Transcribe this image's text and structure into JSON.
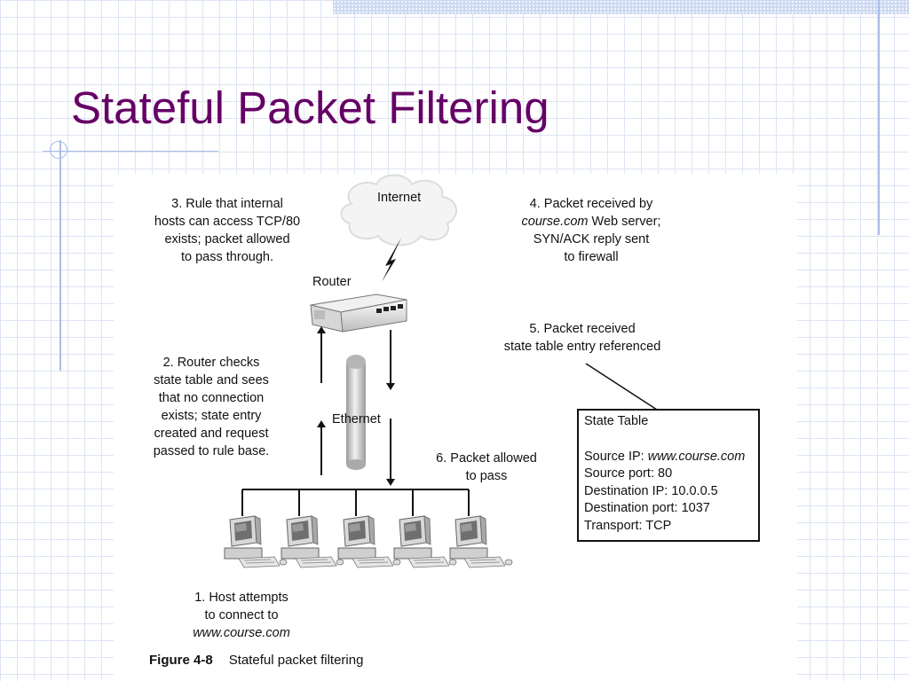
{
  "slide": {
    "title": "Stateful Packet Filtering"
  },
  "figure": {
    "cloud_label": "Internet",
    "router_label": "Router",
    "ethernet_label": "Ethernet",
    "steps": {
      "step1": [
        "1. Host attempts",
        "to connect to",
        "www.course.com"
      ],
      "step2": [
        "2. Router checks",
        "state table and sees",
        "that no connection",
        "exists; state entry",
        "created and request",
        "passed to rule base."
      ],
      "step3": [
        "3. Rule that internal",
        "hosts can access TCP/80",
        "exists; packet allowed",
        "to pass through."
      ],
      "step4": {
        "line1": "4. Packet received by",
        "line2_italic": "course.com",
        "line2_rest": " Web server;",
        "line3": "SYN/ACK reply sent",
        "line4": "to firewall"
      },
      "step5": [
        "5. Packet received",
        "state table entry referenced"
      ],
      "step6": [
        "6. Packet allowed",
        "to pass"
      ]
    },
    "state_table": {
      "heading": "State Table",
      "source_ip_label": "Source IP: ",
      "source_ip_value": "www.course.com",
      "source_port": "Source port: 80",
      "destination_ip": "Destination IP: 10.0.0.5",
      "destination_port": "Destination port: 1037",
      "transport": "Transport: TCP"
    },
    "caption_number": "Figure 4-8",
    "caption_text": "Stateful packet filtering"
  },
  "colors": {
    "title": "#660066",
    "grid": "#dde4f3",
    "accent_rule": "#aabde6"
  }
}
